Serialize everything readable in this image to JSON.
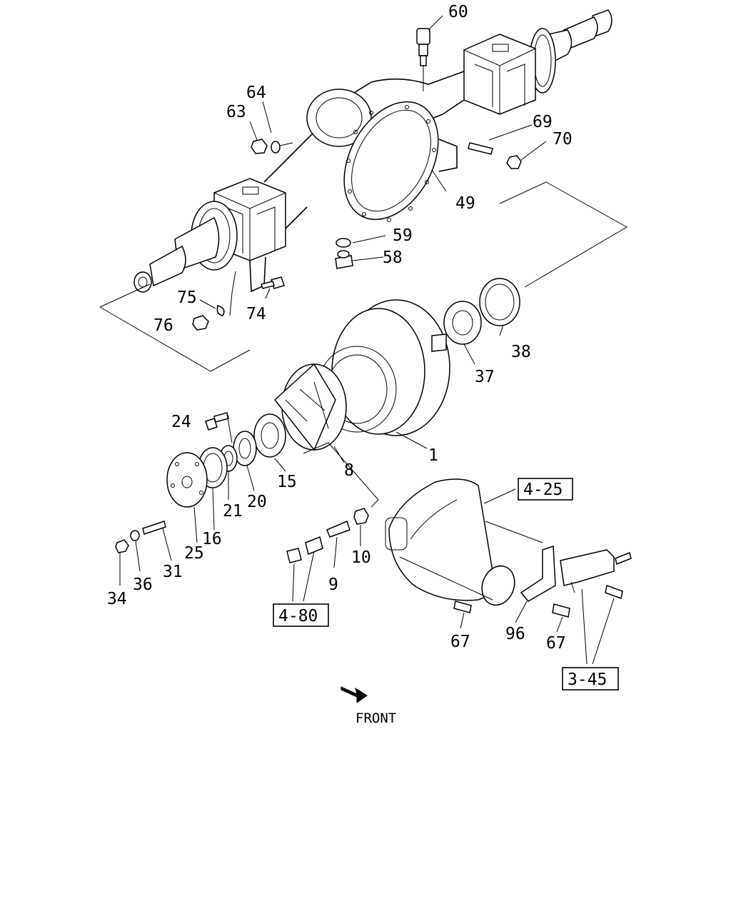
{
  "callouts": [
    {
      "id": "60",
      "text": "60"
    },
    {
      "id": "64",
      "text": "64"
    },
    {
      "id": "63",
      "text": "63"
    },
    {
      "id": "69",
      "text": "69"
    },
    {
      "id": "70",
      "text": "70"
    },
    {
      "id": "49",
      "text": "49"
    },
    {
      "id": "59",
      "text": "59"
    },
    {
      "id": "58",
      "text": "58"
    },
    {
      "id": "75",
      "text": "75"
    },
    {
      "id": "74",
      "text": "74"
    },
    {
      "id": "76",
      "text": "76"
    },
    {
      "id": "38",
      "text": "38"
    },
    {
      "id": "37",
      "text": "37"
    },
    {
      "id": "24",
      "text": "24"
    },
    {
      "id": "1",
      "text": "1"
    },
    {
      "id": "8",
      "text": "8"
    },
    {
      "id": "15",
      "text": "15"
    },
    {
      "id": "20",
      "text": "20"
    },
    {
      "id": "21",
      "text": "21"
    },
    {
      "id": "16",
      "text": "16"
    },
    {
      "id": "25",
      "text": "25"
    },
    {
      "id": "31",
      "text": "31"
    },
    {
      "id": "36",
      "text": "36"
    },
    {
      "id": "34",
      "text": "34"
    },
    {
      "id": "10",
      "text": "10"
    },
    {
      "id": "9",
      "text": "9"
    },
    {
      "id": "67a",
      "text": "67"
    },
    {
      "id": "96",
      "text": "96"
    },
    {
      "id": "67b",
      "text": "67"
    }
  ],
  "references": [
    {
      "id": "4-25",
      "text": "4-25"
    },
    {
      "id": "4-80",
      "text": "4-80"
    },
    {
      "id": "3-45",
      "text": "3-45"
    }
  ],
  "front_label": "FRONT"
}
